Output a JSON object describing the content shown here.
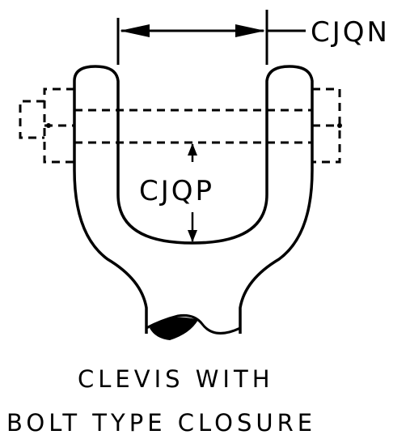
{
  "labels": {
    "width_dimension": "CJQN",
    "depth_dimension": "CJQP"
  },
  "caption": {
    "line1": "CLEVIS WITH",
    "line2": "BOLT TYPE CLOSURE"
  },
  "colors": {
    "ink": "#000000",
    "paper": "#ffffff"
  }
}
